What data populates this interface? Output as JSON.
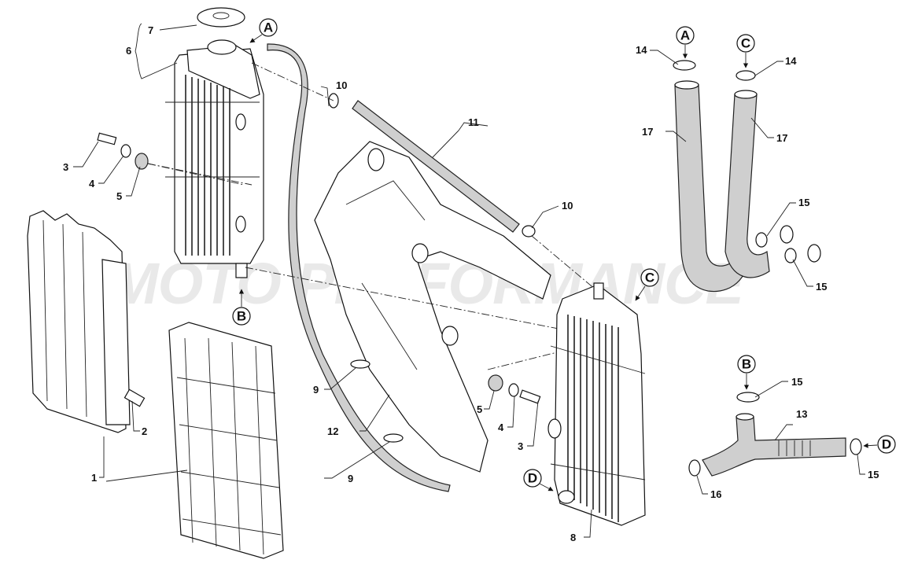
{
  "diagram": {
    "title": "Radiator / Cooling system exploded view",
    "watermark": "MOTO PERFORMANCE",
    "part_callouts": [
      {
        "id": "p1a",
        "label": "1",
        "part": "Radiator guard (louvre)"
      },
      {
        "id": "p2",
        "label": "2",
        "part": "Guard fastener"
      },
      {
        "id": "p3a",
        "label": "3",
        "part": "Bolt (left radiator)"
      },
      {
        "id": "p3b",
        "label": "3",
        "part": "Bolt (right radiator)"
      },
      {
        "id": "p4a",
        "label": "4",
        "part": "Washer (left)"
      },
      {
        "id": "p4b",
        "label": "4",
        "part": "Washer (right)"
      },
      {
        "id": "p5a",
        "label": "5",
        "part": "Rubber grommet (left)"
      },
      {
        "id": "p5b",
        "label": "5",
        "part": "Rubber grommet (right)"
      },
      {
        "id": "p6",
        "label": "6",
        "part": "Left radiator assembly"
      },
      {
        "id": "p7",
        "label": "7",
        "part": "Radiator cap"
      },
      {
        "id": "p8",
        "label": "8",
        "part": "Right radiator"
      },
      {
        "id": "p9a",
        "label": "9",
        "part": "Hose clip (upper)"
      },
      {
        "id": "p9b",
        "label": "9",
        "part": "Hose clip (lower)"
      },
      {
        "id": "p10a",
        "label": "10",
        "part": "Hose clamp"
      },
      {
        "id": "p10b",
        "label": "10",
        "part": "Hose clamp"
      },
      {
        "id": "p11",
        "label": "11",
        "part": "Crossover hose"
      },
      {
        "id": "p12",
        "label": "12",
        "part": "Overflow hose"
      },
      {
        "id": "p13",
        "label": "13",
        "part": "Y-hose"
      },
      {
        "id": "p14a",
        "label": "14",
        "part": "Hose clamp (A)"
      },
      {
        "id": "p14b",
        "label": "14",
        "part": "Hose clamp (C)"
      },
      {
        "id": "p15a",
        "label": "15",
        "part": "Hose clamp"
      },
      {
        "id": "p15b",
        "label": "15",
        "part": "Hose clamp"
      },
      {
        "id": "p15c",
        "label": "15",
        "part": "Hose clamp (B)"
      },
      {
        "id": "p15d",
        "label": "15",
        "part": "Hose clamp (D)"
      },
      {
        "id": "p16",
        "label": "16",
        "part": "Hose clamp"
      },
      {
        "id": "p17a",
        "label": "17",
        "part": "Upper hose (A)"
      },
      {
        "id": "p17b",
        "label": "17",
        "part": "Upper hose (C)"
      }
    ],
    "connection_markers": [
      "A",
      "B",
      "C",
      "D"
    ],
    "markers": {
      "a_radiator": "A",
      "b_radiator": "B",
      "c_radiator": "C",
      "d_radiator": "D",
      "a_hose": "A",
      "c_hose": "C",
      "b_yhose": "B",
      "d_yhose": "D"
    },
    "labels": {
      "n1": "1",
      "n2": "2",
      "n3a": "3",
      "n3b": "3",
      "n4a": "4",
      "n4b": "4",
      "n5a": "5",
      "n5b": "5",
      "n6": "6",
      "n7": "7",
      "n8": "8",
      "n9a": "9",
      "n9b": "9",
      "n10a": "10",
      "n10b": "10",
      "n11": "11",
      "n12": "12",
      "n13": "13",
      "n14a": "14",
      "n14b": "14",
      "n15a": "15",
      "n15b": "15",
      "n15c": "15",
      "n15d": "15",
      "n16": "16",
      "n17a": "17",
      "n17b": "17"
    }
  }
}
